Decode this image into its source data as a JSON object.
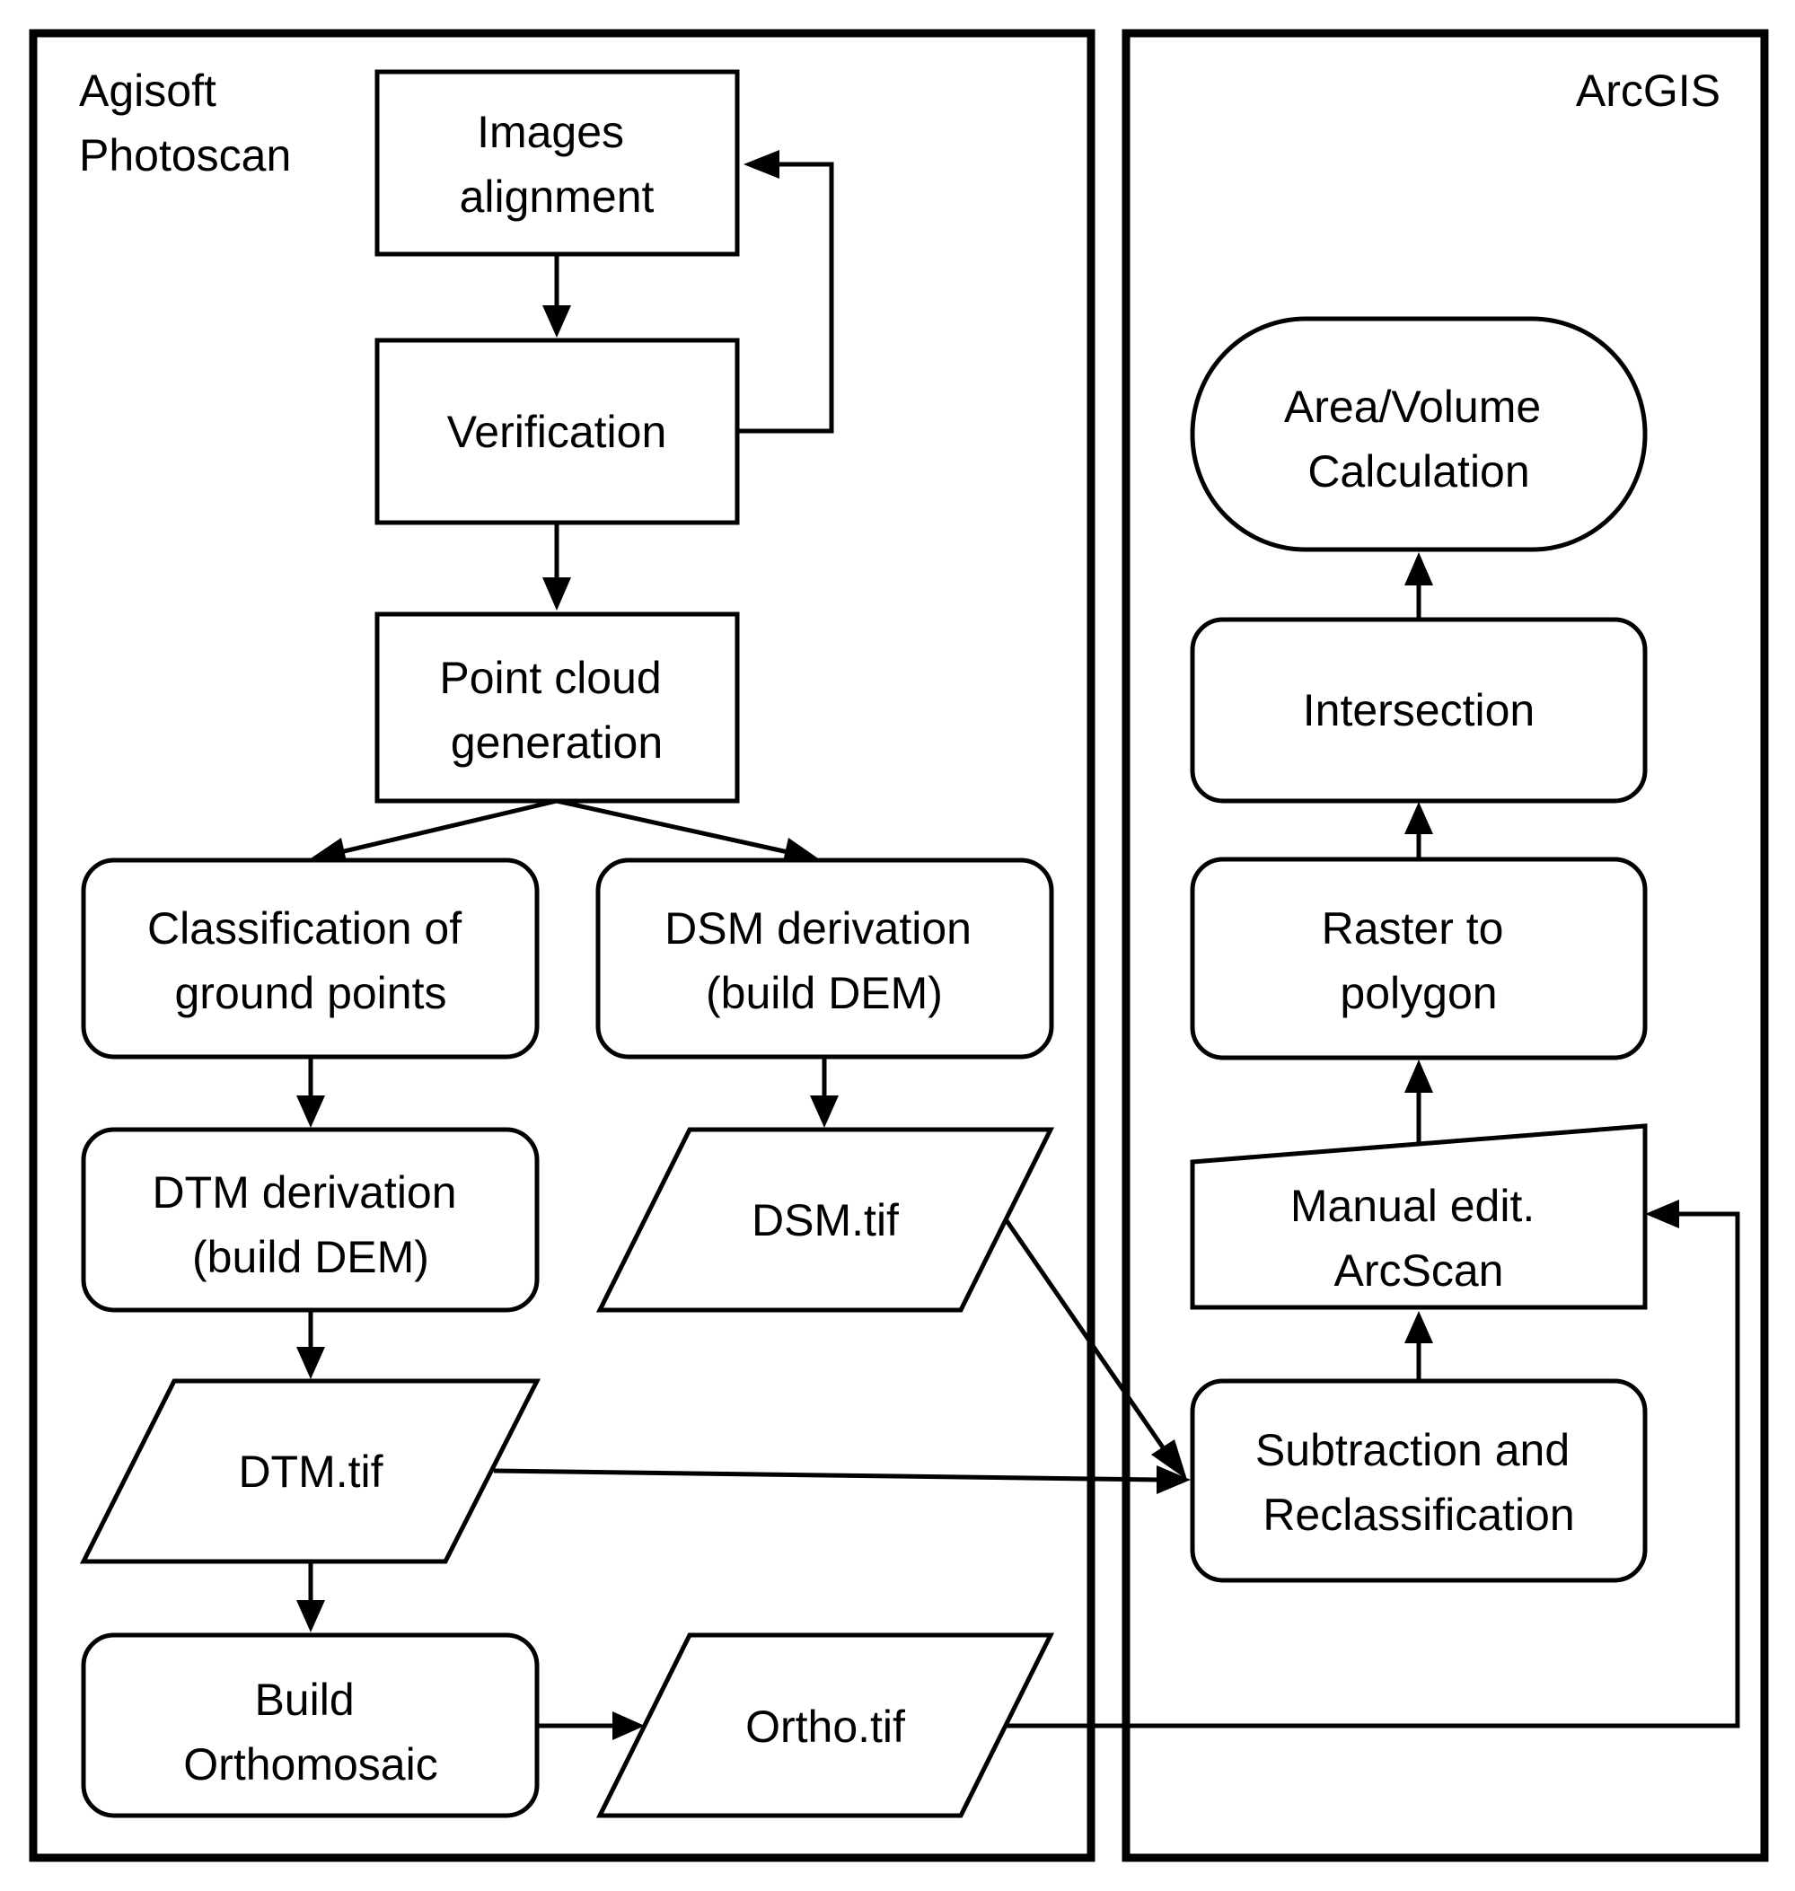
{
  "panels": {
    "photoscan": {
      "title_lines": [
        "Agisoft",
        "Photoscan"
      ]
    },
    "arcgis": {
      "title_lines": [
        "ArcGIS"
      ]
    }
  },
  "nodes": {
    "images_alignment": {
      "lines": [
        "Images",
        "alignment"
      ],
      "shape": "rectangle"
    },
    "verification": {
      "lines": [
        "Verification"
      ],
      "shape": "rectangle"
    },
    "point_cloud": {
      "lines": [
        "Point cloud",
        "generation"
      ],
      "shape": "rectangle"
    },
    "classification": {
      "lines": [
        "Classification of",
        "ground points"
      ],
      "shape": "rounded-rectangle"
    },
    "dsm_derivation": {
      "lines": [
        "DSM derivation",
        "(build DEM)"
      ],
      "shape": "rounded-rectangle"
    },
    "dtm_derivation": {
      "lines": [
        "DTM derivation",
        "(build DEM)"
      ],
      "shape": "rounded-rectangle"
    },
    "dsm_tif": {
      "lines": [
        "DSM.tif"
      ],
      "shape": "parallelogram"
    },
    "dtm_tif": {
      "lines": [
        "DTM.tif"
      ],
      "shape": "parallelogram"
    },
    "build_ortho": {
      "lines": [
        "Build",
        "Orthomosaic"
      ],
      "shape": "rounded-rectangle"
    },
    "ortho_tif": {
      "lines": [
        "Ortho.tif"
      ],
      "shape": "parallelogram"
    },
    "area_volume": {
      "lines": [
        "Area/Volume",
        "Calculation"
      ],
      "shape": "terminator"
    },
    "intersection": {
      "lines": [
        "Intersection"
      ],
      "shape": "rounded-rectangle"
    },
    "raster_polygon": {
      "lines": [
        "Raster to",
        "polygon"
      ],
      "shape": "rounded-rectangle"
    },
    "manual_edit": {
      "lines": [
        "Manual edit.",
        "ArcScan"
      ],
      "shape": "manual-input"
    },
    "subtraction": {
      "lines": [
        "Subtraction and",
        "Reclassification"
      ],
      "shape": "rounded-rectangle"
    }
  },
  "edges": [
    {
      "from": "images_alignment",
      "to": "verification"
    },
    {
      "from": "verification",
      "to": "images_alignment"
    },
    {
      "from": "verification",
      "to": "point_cloud"
    },
    {
      "from": "point_cloud",
      "to": "classification"
    },
    {
      "from": "point_cloud",
      "to": "dsm_derivation"
    },
    {
      "from": "classification",
      "to": "dtm_derivation"
    },
    {
      "from": "dtm_derivation",
      "to": "dtm_tif"
    },
    {
      "from": "dsm_derivation",
      "to": "dsm_tif"
    },
    {
      "from": "dtm_tif",
      "to": "build_ortho"
    },
    {
      "from": "build_ortho",
      "to": "ortho_tif"
    },
    {
      "from": "dsm_tif",
      "to": "subtraction"
    },
    {
      "from": "dtm_tif",
      "to": "subtraction"
    },
    {
      "from": "ortho_tif",
      "to": "manual_edit"
    },
    {
      "from": "subtraction",
      "to": "manual_edit"
    },
    {
      "from": "manual_edit",
      "to": "raster_polygon"
    },
    {
      "from": "raster_polygon",
      "to": "intersection"
    },
    {
      "from": "intersection",
      "to": "area_volume"
    }
  ]
}
